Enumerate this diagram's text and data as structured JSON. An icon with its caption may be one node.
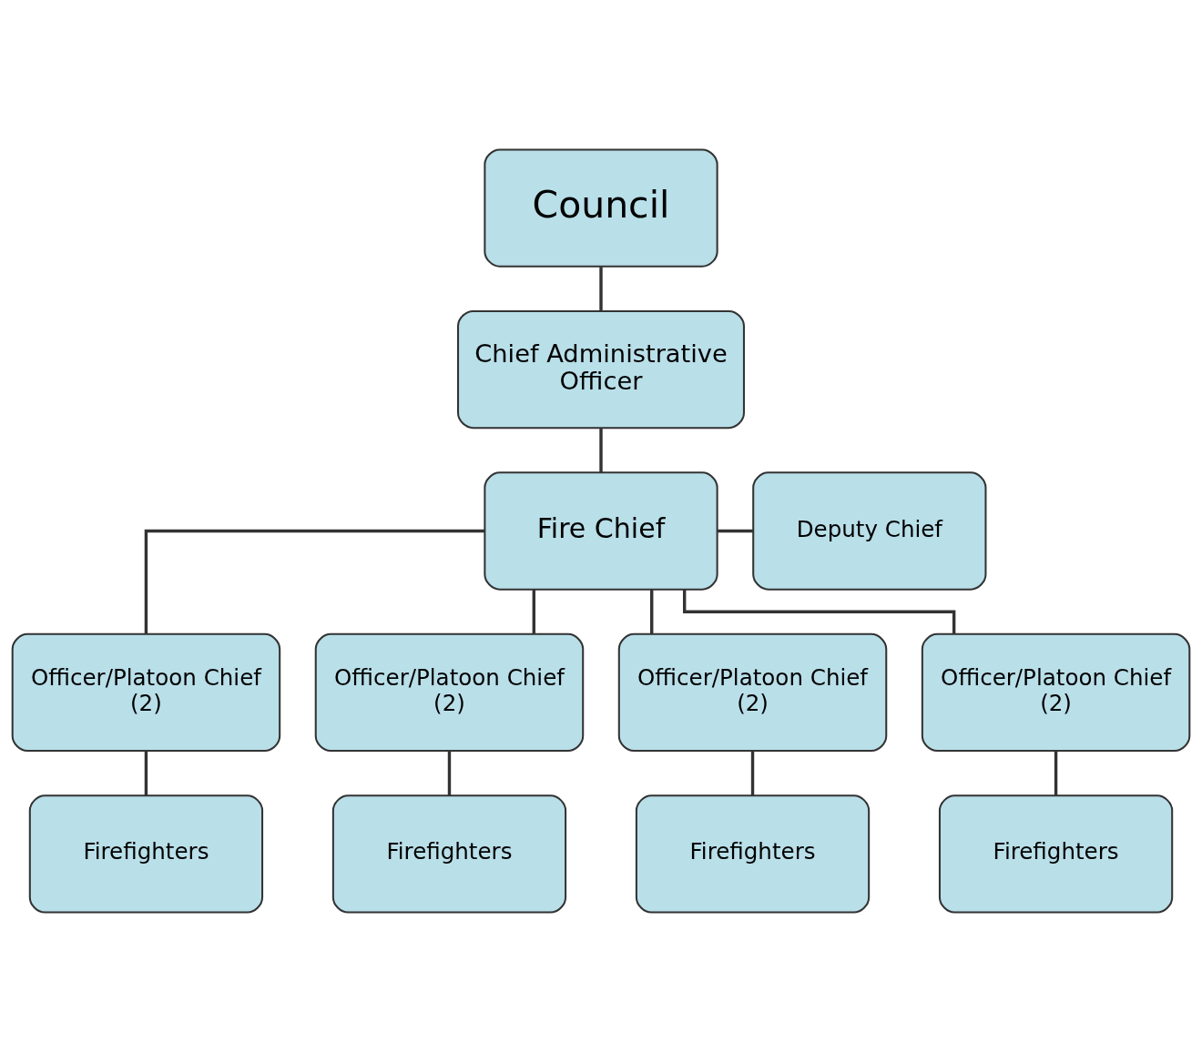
{
  "diagram": {
    "nodes": [
      {
        "text": [
          "Council"
        ]
      },
      {
        "text": [
          "Chief Administrative Officer"
        ]
      },
      {
        "text": [
          "Fire Chief"
        ]
      },
      {
        "text": [
          "Deputy Chief"
        ]
      },
      {
        "text": [
          "Officer/Platoon Chief (2)"
        ]
      },
      {
        "text": [
          "Officer/Platoon Chief (2)"
        ]
      },
      {
        "text": [
          "Officer/Platoon Chief (2)"
        ]
      },
      {
        "text": [
          "Officer/Platoon Chief (2)"
        ]
      },
      {
        "text": [
          "Firefighters"
        ]
      },
      {
        "text": [
          "Firefighters"
        ]
      },
      {
        "text": [
          "Firefighters"
        ]
      },
      {
        "text": [
          "Firefighters"
        ]
      }
    ],
    "edges": [
      {
        "from": 0,
        "to": 1,
        "arrow": "none"
      },
      {
        "from": 1,
        "to": 2,
        "arrow": "none"
      },
      {
        "from": 2,
        "to": 3,
        "arrow": "none"
      },
      {
        "from": 2,
        "to": 4,
        "arrow": "none"
      },
      {
        "from": 2,
        "to": 5,
        "arrow": "none"
      },
      {
        "from": 2,
        "to": 6,
        "arrow": "none"
      },
      {
        "from": 2,
        "to": 7,
        "arrow": "none"
      },
      {
        "from": 4,
        "to": 8,
        "arrow": "none"
      },
      {
        "from": 5,
        "to": 9,
        "arrow": "none"
      },
      {
        "from": 6,
        "to": 10,
        "arrow": "none"
      },
      {
        "from": 7,
        "to": 11,
        "arrow": "none"
      }
    ]
  }
}
